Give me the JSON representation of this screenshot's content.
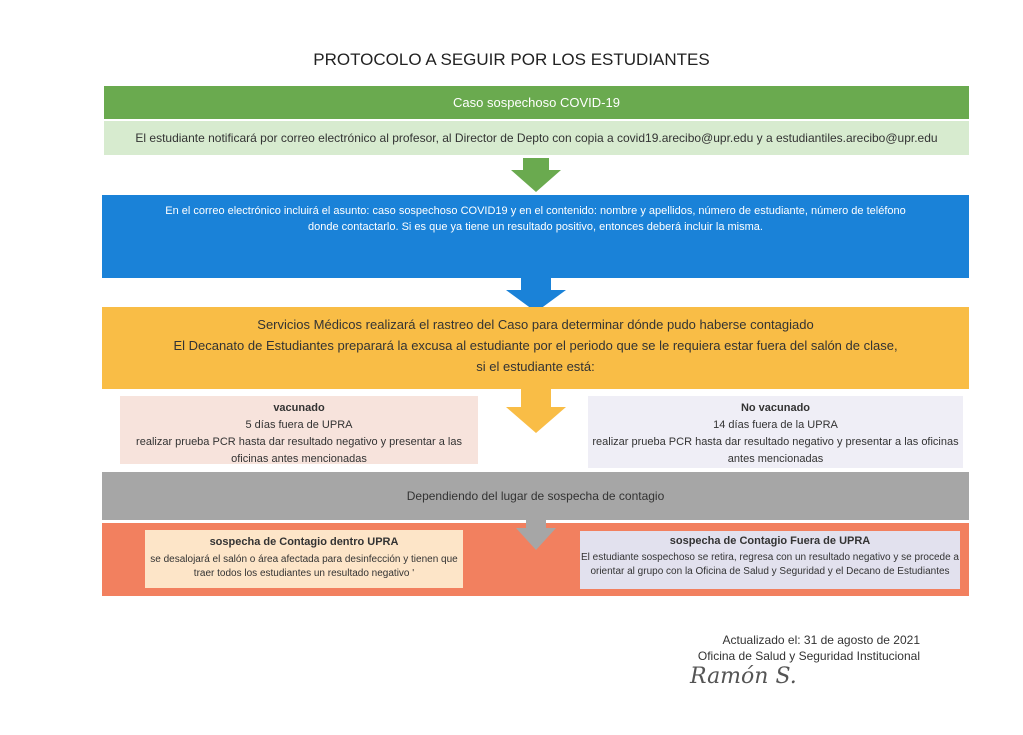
{
  "title": "PROTOCOLO A SEGUIR POR LOS ESTUDIANTES",
  "step1": {
    "header": "Caso sospechoso COVID-19",
    "text": "El estudiante notificará por correo electrónico al profesor, al Director de Depto con copia a covid19.arecibo@upr.edu y a estudiantiles.arecibo@upr.edu"
  },
  "step2": {
    "line1": "En el correo electrónico incluirá el asunto:  caso sospechoso COVID19 y en el contenido: nombre y apellidos, número de estudiante, número de teléfono",
    "line2": "donde contactarlo.  Si es que ya tiene un resultado positivo, entonces deberá incluir la misma."
  },
  "step3": {
    "line1": "Servicios Médicos realizará el rastreo del Caso para determinar dónde pudo haberse contagiado",
    "line2": "El Decanato de Estudiantes preparará la excusa al estudiante por el periodo que se le requiera estar fuera del salón de clase,",
    "line3": "si el estudiante está:"
  },
  "vacunado": {
    "title": "vacunado",
    "days": "5 días fuera de UPRA",
    "text": "realizar prueba PCR hasta dar resultado negativo y presentar a las oficinas antes mencionadas"
  },
  "no_vacunado": {
    "title": "No vacunado",
    "days": "14 días fuera de la UPRA",
    "text": "realizar prueba PCR hasta dar resultado negativo y presentar a las oficinas antes mencionadas"
  },
  "step4": {
    "text": "Dependiendo del lugar de sospecha de contagio"
  },
  "dentro": {
    "title": "sospecha de Contagio dentro UPRA",
    "text": "se desalojará el salón o área afectada  para desinfección y tienen que traer todos los estudiantes un resultado negativo '"
  },
  "fuera": {
    "title": "sospecha de Contagio Fuera de UPRA",
    "text": "El estudiante sospechoso se retira, regresa con un resultado negativo y se procede a orientar al grupo con la Oficina de Salud y Seguridad y el Decano de Estudiantes"
  },
  "footer": {
    "updated": "Actualizado el: 31 de agosto de 2021",
    "office": "Oficina de Salud y Seguridad Institucional",
    "signature": "Ramón S."
  }
}
